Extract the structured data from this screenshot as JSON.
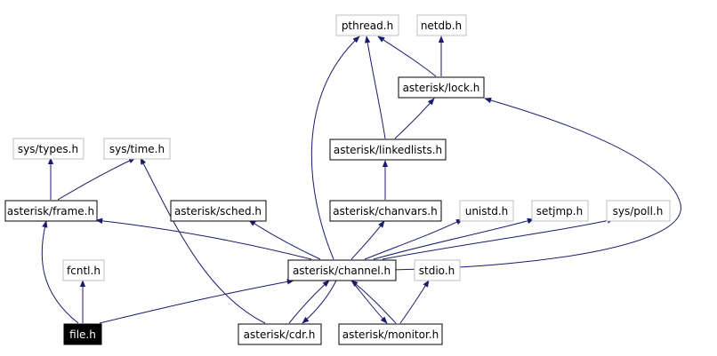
{
  "diagram": {
    "colors": {
      "edge": "#1a1a6e",
      "node_border": "#000000",
      "system_node_border": "#bfbfbf",
      "current_node_fill": "#000000",
      "current_node_text": "#ffffff"
    },
    "nodes": [
      {
        "id": "pthread",
        "label": "pthread.h",
        "kind": "system"
      },
      {
        "id": "netdb",
        "label": "netdb.h",
        "kind": "system"
      },
      {
        "id": "lock",
        "label": "asterisk/lock.h",
        "kind": "project"
      },
      {
        "id": "linkedlists",
        "label": "asterisk/linkedlists.h",
        "kind": "project"
      },
      {
        "id": "systypes",
        "label": "sys/types.h",
        "kind": "system"
      },
      {
        "id": "systime",
        "label": "sys/time.h",
        "kind": "system"
      },
      {
        "id": "frame",
        "label": "asterisk/frame.h",
        "kind": "project"
      },
      {
        "id": "sched",
        "label": "asterisk/sched.h",
        "kind": "project"
      },
      {
        "id": "chanvars",
        "label": "asterisk/chanvars.h",
        "kind": "project"
      },
      {
        "id": "unistd",
        "label": "unistd.h",
        "kind": "system"
      },
      {
        "id": "setjmp",
        "label": "setjmp.h",
        "kind": "system"
      },
      {
        "id": "syspoll",
        "label": "sys/poll.h",
        "kind": "system"
      },
      {
        "id": "fcntl",
        "label": "fcntl.h",
        "kind": "system"
      },
      {
        "id": "channel",
        "label": "asterisk/channel.h",
        "kind": "project"
      },
      {
        "id": "stdio",
        "label": "stdio.h",
        "kind": "system"
      },
      {
        "id": "file",
        "label": "file.h",
        "kind": "current"
      },
      {
        "id": "cdr",
        "label": "asterisk/cdr.h",
        "kind": "project"
      },
      {
        "id": "monitor",
        "label": "asterisk/monitor.h",
        "kind": "project"
      }
    ],
    "edges": [
      {
        "from": "lock",
        "to": "pthread"
      },
      {
        "from": "lock",
        "to": "netdb"
      },
      {
        "from": "linkedlists",
        "to": "pthread"
      },
      {
        "from": "linkedlists",
        "to": "lock"
      },
      {
        "from": "frame",
        "to": "systypes"
      },
      {
        "from": "frame",
        "to": "systime"
      },
      {
        "from": "chanvars",
        "to": "linkedlists"
      },
      {
        "from": "channel",
        "to": "pthread"
      },
      {
        "from": "channel",
        "to": "lock"
      },
      {
        "from": "channel",
        "to": "frame"
      },
      {
        "from": "channel",
        "to": "sched"
      },
      {
        "from": "channel",
        "to": "chanvars"
      },
      {
        "from": "channel",
        "to": "unistd"
      },
      {
        "from": "channel",
        "to": "setjmp"
      },
      {
        "from": "channel",
        "to": "syspoll"
      },
      {
        "from": "channel",
        "to": "cdr"
      },
      {
        "from": "channel",
        "to": "monitor"
      },
      {
        "from": "cdr",
        "to": "channel"
      },
      {
        "from": "cdr",
        "to": "systime"
      },
      {
        "from": "monitor",
        "to": "channel"
      },
      {
        "from": "monitor",
        "to": "stdio"
      },
      {
        "from": "file",
        "to": "frame"
      },
      {
        "from": "file",
        "to": "fcntl"
      },
      {
        "from": "file",
        "to": "channel"
      }
    ]
  }
}
